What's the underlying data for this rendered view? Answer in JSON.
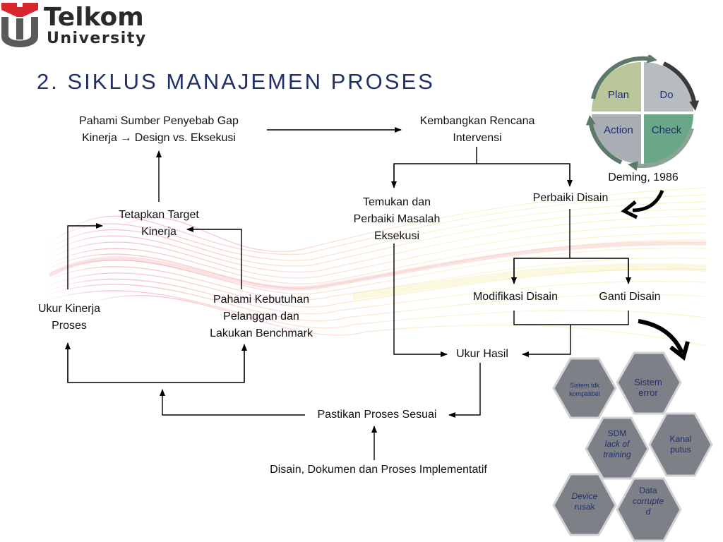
{
  "logo": {
    "line1": "Telkom",
    "line2": "University"
  },
  "title": "2. SIKLUS MANAJEMEN PROSES",
  "nodes": {
    "pahami_sumber_line1": "Pahami Sumber Penyebab Gap",
    "pahami_sumber_line2": "Kinerja → Design vs. Eksekusi",
    "kembangkan_line1": "Kembangkan Rencana",
    "kembangkan_line2": "Intervensi",
    "tetapkan_line1": "Tetapkan Target",
    "tetapkan_line2": "Kinerja",
    "temukan_line1": "Temukan dan",
    "temukan_line2": "Perbaiki Masalah",
    "temukan_line3": "Eksekusi",
    "perbaiki_disain": "Perbaiki Disain",
    "ukur_kinerja_line1": "Ukur Kinerja",
    "ukur_kinerja_line2": "Proses",
    "pahami_kebutuhan_line1": "Pahami Kebutuhan",
    "pahami_kebutuhan_line2": "Pelanggan dan",
    "pahami_kebutuhan_line3": "Lakukan Benchmark",
    "modifikasi_disain": "Modifikasi Disain",
    "ganti_disain": "Ganti Disain",
    "ukur_hasil": "Ukur Hasil",
    "pastikan": "Pastikan Proses Sesuai",
    "disain_dokumen": "Disain, Dokumen dan Proses Implementatif"
  },
  "pdca": {
    "plan": "Plan",
    "do": "Do",
    "action": "Action",
    "check": "Check",
    "caption": "Deming, 1986",
    "colors": {
      "plan": "#b9c79a",
      "do": "#b7bcc0",
      "action": "#a9adb4",
      "check": "#6aa788"
    }
  },
  "hexagons": [
    {
      "lines": [
        "Sistem tdk",
        "kompatibel"
      ],
      "small": true
    },
    {
      "lines": [
        "Sistem",
        "error"
      ]
    },
    {
      "lines": [
        "SDM",
        "lack of",
        "training"
      ],
      "italic": [
        false,
        true,
        true
      ]
    },
    {
      "lines": [
        "Kanal",
        "putus"
      ]
    },
    {
      "lines": [
        "Device",
        "rusak"
      ],
      "italic": [
        true,
        false
      ]
    },
    {
      "lines": [
        "Data",
        "corrupte",
        "d"
      ],
      "italic": [
        false,
        true,
        true
      ]
    }
  ]
}
